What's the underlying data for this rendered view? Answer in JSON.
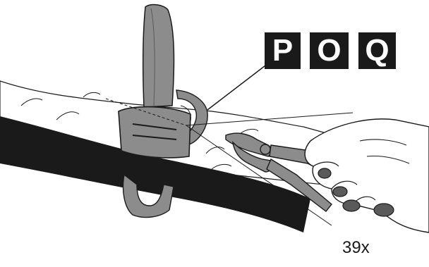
{
  "part_labels": [
    "P",
    "O",
    "Q"
  ],
  "quantity": "39x",
  "colors": {
    "tie_grey": "#8c8c8c",
    "tie_dark": "#5a5a5a",
    "cable_black": "#1a1a1a",
    "label_bg": "#1a1a1a",
    "label_text": "#ffffff",
    "line": "#1a1a1a"
  },
  "icons": {
    "tool": "side-cutter-pliers-icon",
    "hand": "hand-icon"
  }
}
